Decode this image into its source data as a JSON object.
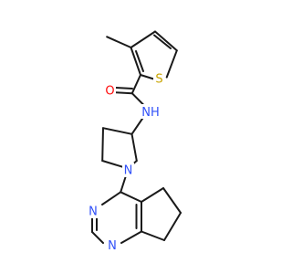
{
  "molecule": {
    "atoms": {
      "S": {
        "symbol": "S",
        "color": "#c8a400"
      },
      "O": {
        "symbol": "O",
        "color": "#ff0d0d"
      },
      "NH": {
        "symbol": "NH",
        "color": "#3050f8"
      },
      "N_pyrrolidine": {
        "symbol": "N",
        "color": "#3050f8"
      },
      "N_pyrimidine_left": {
        "symbol": "N",
        "color": "#3050f8"
      },
      "N_pyrimidine_bottom": {
        "symbol": "N",
        "color": "#3050f8"
      }
    },
    "bond_color": "#1a1a1a"
  }
}
